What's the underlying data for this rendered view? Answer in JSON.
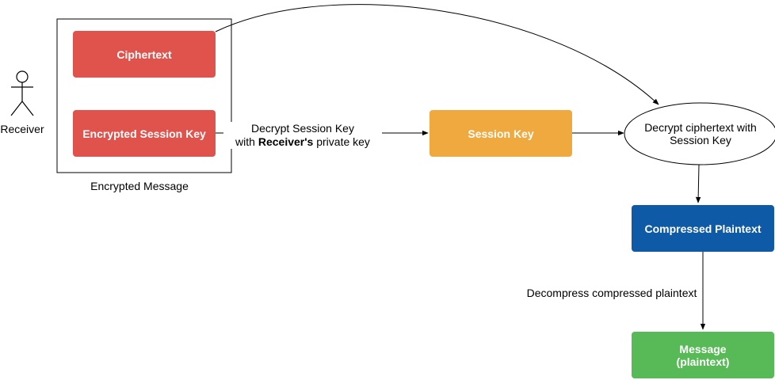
{
  "actor": {
    "label": "Receiver"
  },
  "container": {
    "label": "Encrypted Message"
  },
  "nodes": {
    "ciphertext": {
      "label": "Ciphertext",
      "color": "#e0534d"
    },
    "encrypted_session_key": {
      "label": "Encrypted Session Key",
      "color": "#e0534d"
    },
    "session_key": {
      "label": "Session Key",
      "color": "#f0a93f"
    },
    "decrypt_ciphertext": {
      "line1": "Decrypt ciphertext with",
      "line2": "Session Key"
    },
    "compressed_plaintext": {
      "label": "Compressed Plaintext",
      "color": "#0e5aa7"
    },
    "message": {
      "line1": "Message",
      "line2": "(plaintext)",
      "color": "#58b957"
    }
  },
  "edges": {
    "decrypt_session_key": {
      "line1": "Decrypt Session Key",
      "line2_prefix": "with ",
      "line2_bold": "Receiver's",
      "line2_suffix": " private key"
    },
    "decompress": {
      "label": "Decompress compressed plaintext"
    }
  }
}
